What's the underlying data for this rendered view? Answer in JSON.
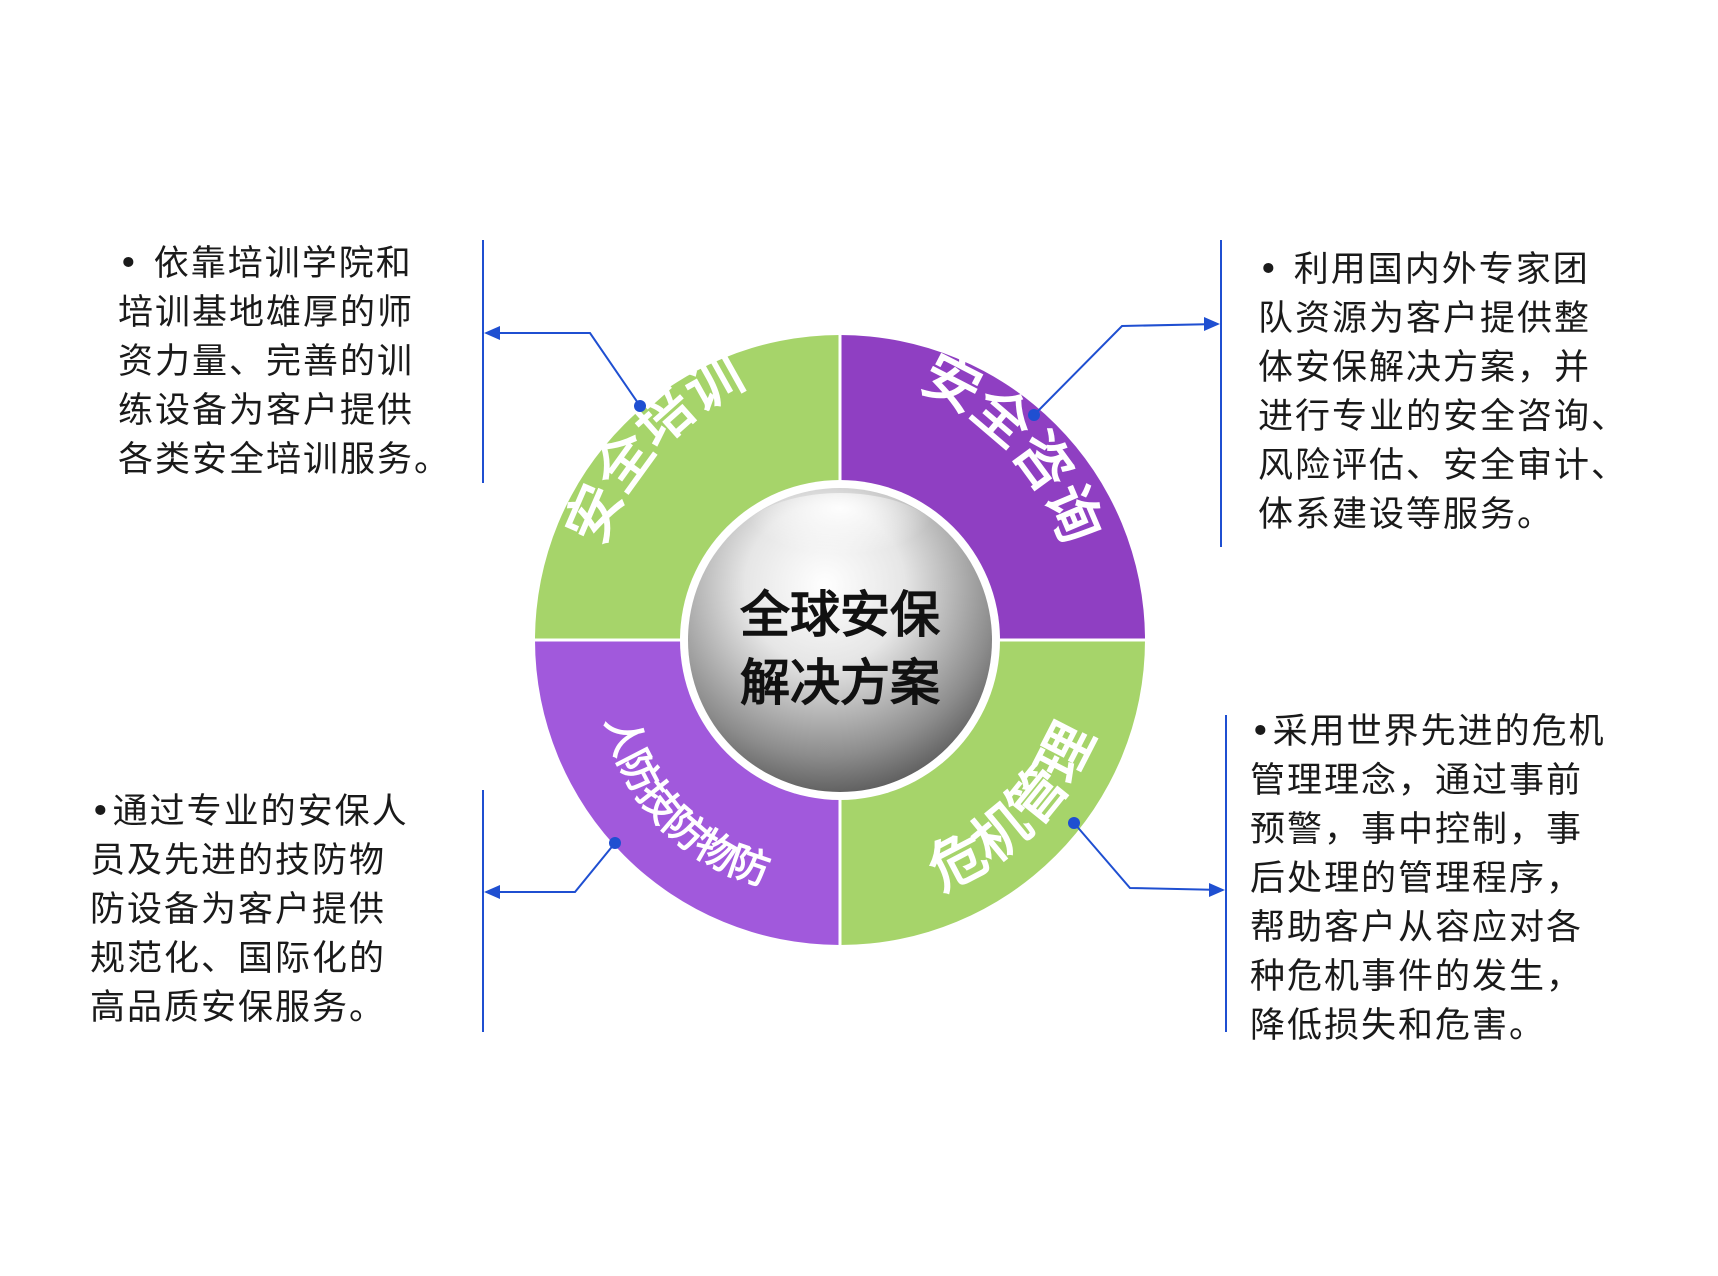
{
  "center": {
    "line1": "全球安保",
    "line2": "解决方案"
  },
  "segments": {
    "top_left": {
      "label": "安全培训",
      "color": "#a6d46a"
    },
    "top_right": {
      "label": "安全咨询",
      "color": "#8f3fc2"
    },
    "bottom_right": {
      "label": "危机管理",
      "color": "#a6d46a"
    },
    "bottom_left": {
      "label": "人防技防物防",
      "color": "#a159dc"
    }
  },
  "connector_color": "#1f4fd1",
  "descriptions": {
    "top_left": {
      "lines": [
        "• 依靠培训学院和",
        "培训基地雄厚的师",
        "资力量、完善的训",
        "练设备为客户提供",
        "各类安全培训服务。"
      ]
    },
    "top_right": {
      "lines": [
        "• 利用国内外专家团",
        "队资源为客户提供整",
        "体安保解决方案，并",
        "进行专业的安全咨询、",
        "风险评估、安全审计、",
        "体系建设等服务。"
      ]
    },
    "bottom_left": {
      "lines": [
        "•通过专业的安保人",
        "员及先进的技防物",
        "防设备为客户提供",
        "规范化、国际化的",
        "高品质安保服务。"
      ]
    },
    "bottom_right": {
      "lines": [
        "•采用世界先进的危机",
        "管理理念，通过事前",
        "预警，事中控制，事",
        "后处理的管理程序，",
        "帮助客户从容应对各",
        "种危机事件的发生，",
        "降低损失和危害。"
      ]
    }
  }
}
